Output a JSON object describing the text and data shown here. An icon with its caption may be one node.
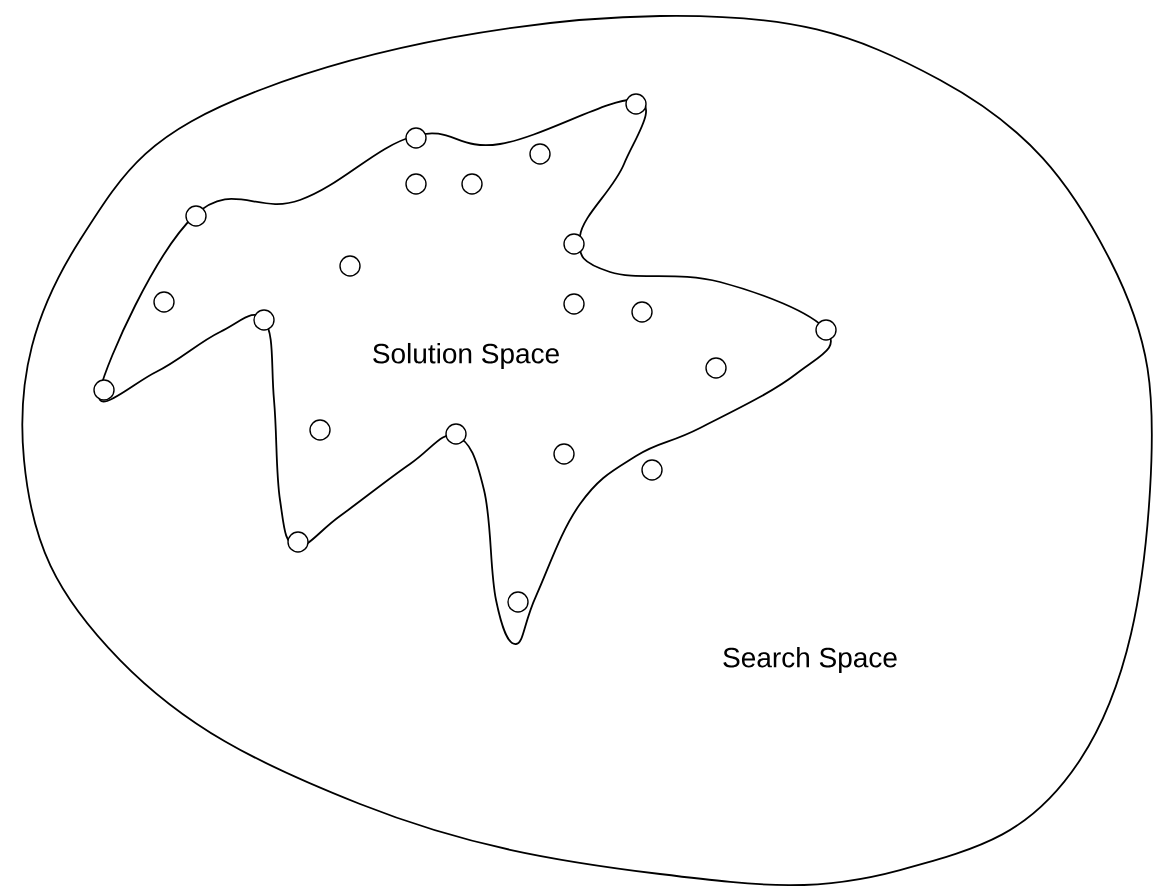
{
  "diagram": {
    "nodes": [
      {
        "text": [
          "Search Space"
        ]
      },
      {
        "text": [
          "Solution Space"
        ],
        "in": 0
      }
    ]
  }
}
